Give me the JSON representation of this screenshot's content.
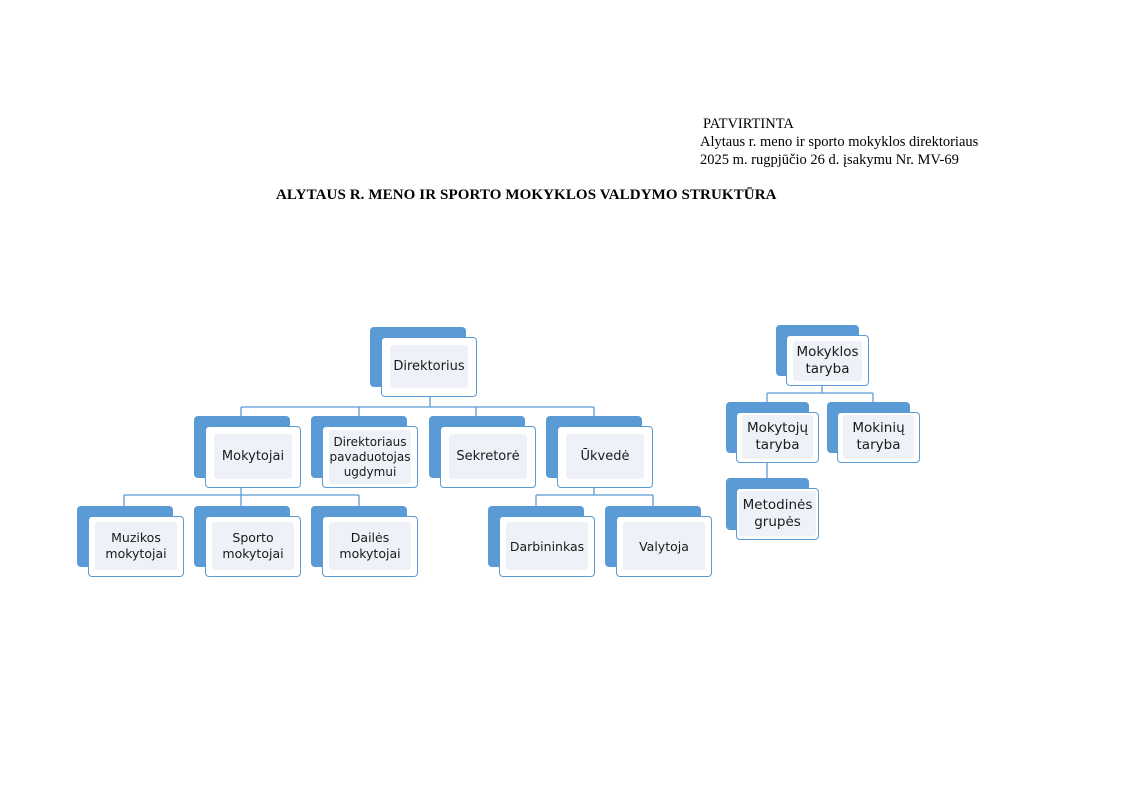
{
  "approval": {
    "line1": "PATVIRTINTA",
    "line2": "Alytaus r. meno ir sporto mokyklos direktoriaus",
    "line3": "2025 m. rugpjūčio 26 d. įsakymu Nr. MV-69"
  },
  "title": "ALYTAUS R. MENO IR SPORTO MOKYKLOS VALDYMO STRUKTŪRA",
  "org": {
    "direktorius": "Direktorius",
    "mokytojai": "Mokytojai",
    "pavaduotojas": "Direktoriaus pavaduotojas ugdymui",
    "sekretore": "Sekretorė",
    "ukvede": "Ūkvedė",
    "muzikos": "Muzikos mokytojai",
    "sporto": "Sporto mokytojai",
    "dailes": "Dailės mokytojai",
    "darbininkas": "Darbininkas",
    "valytoja": "Valytoja",
    "mokyklos_taryba": "Mokyklos taryba",
    "mokytoju_taryba": "Mokytojų taryba",
    "mokiniu_taryba": "Mokinių taryba",
    "metodines_grupes": "Metodinės grupės"
  },
  "colors": {
    "accent": "#5b9bd5",
    "node_fill": "#eef2f8",
    "connector": "#5b9bd5"
  }
}
